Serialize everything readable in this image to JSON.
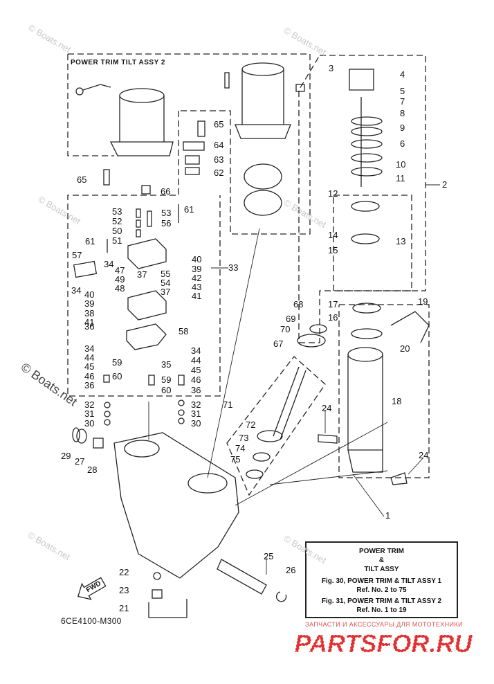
{
  "diagram": {
    "title": "POWER TRIM TILT ASSY 2",
    "model_code": "6CE4100-M300",
    "fwd_label": "FWD",
    "watermark": "© Boats.net",
    "callouts": {
      "c1": "1",
      "c2": "2",
      "c3": "3",
      "c4": "4",
      "c5": "5",
      "c6": "6",
      "c7": "7",
      "c8": "8",
      "c9": "9",
      "c10": "10",
      "c11": "11",
      "c12": "12",
      "c13": "13",
      "c14": "14",
      "c15": "15",
      "c16": "16",
      "c17": "17",
      "c18": "18",
      "c19": "19",
      "c20": "20",
      "c21": "21",
      "c22": "22",
      "c23": "23",
      "c24a": "24",
      "c24b": "24",
      "c25": "25",
      "c26": "26",
      "c27": "27",
      "c28": "28",
      "c29": "29",
      "c30a": "30",
      "c30b": "30",
      "c31a": "31",
      "c31b": "31",
      "c32a": "32",
      "c32b": "32",
      "c33": "33",
      "c34a": "34",
      "c34b": "34",
      "c34c": "34",
      "c34d": "34",
      "c35": "35",
      "c36a": "36",
      "c36b": "36",
      "c36c": "36",
      "c37a": "37",
      "c37b": "37",
      "c38": "38",
      "c39a": "39",
      "c39b": "39",
      "c40a": "40",
      "c40b": "40",
      "c41a": "41",
      "c41b": "41",
      "c42": "42",
      "c43": "43",
      "c44a": "44",
      "c44b": "44",
      "c45a": "45",
      "c45b": "45",
      "c46a": "46",
      "c46b": "46",
      "c47": "47",
      "c48": "48",
      "c49": "49",
      "c50": "50",
      "c51": "51",
      "c52": "52",
      "c53a": "53",
      "c53b": "53",
      "c54": "54",
      "c55": "55",
      "c56": "56",
      "c57": "57",
      "c58": "58",
      "c59a": "59",
      "c59b": "59",
      "c60a": "60",
      "c60b": "60",
      "c61a": "61",
      "c61b": "61",
      "c62": "62",
      "c63": "63",
      "c64": "64",
      "c65a": "65",
      "c65b": "65",
      "c66": "66",
      "c67": "67",
      "c68": "68",
      "c69": "69",
      "c70": "70",
      "c71": "71",
      "c72": "72",
      "c73": "73",
      "c74": "74",
      "c75": "75"
    }
  },
  "info_box": {
    "line1": "POWER TRIM",
    "line2": "&",
    "line3": "TILT ASSY",
    "line4": "Fig. 30, POWER TRIM & TILT ASSY 1",
    "line5": "Ref. No. 2 to 75",
    "line6": "Fig. 31, POWER TRIM & TILT ASSY 2",
    "line7": "Ref. No. 1 to 19"
  },
  "branding": {
    "promo_text": "ЗАПЧАСТИ И АКСЕССУАРЫ ДЛЯ МОТОТЕХНИКИ",
    "logo_text": "PARTSFOR.RU",
    "logo_color": "#e03030"
  },
  "colors": {
    "line": "#222222",
    "watermark": "#c8c8c8"
  }
}
